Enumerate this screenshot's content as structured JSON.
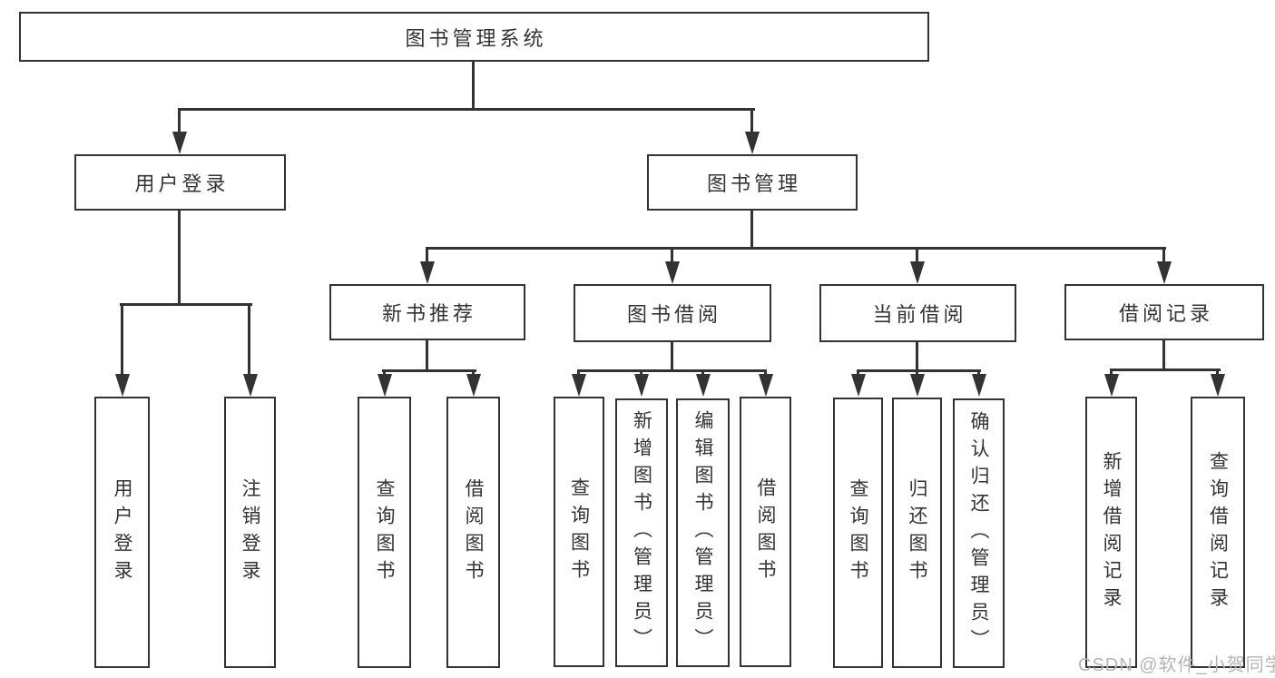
{
  "diagram": {
    "title": "图书管理系统",
    "branches": {
      "user_login": {
        "label": "用户登录",
        "children": [
          "用户登录",
          "注销登录"
        ]
      },
      "book_mgmt": {
        "label": "图书管理",
        "children": {
          "new_book": {
            "label": "新书推荐",
            "children": [
              "查询图书",
              "借阅图书"
            ]
          },
          "borrow": {
            "label": "图书借阅",
            "children": [
              "查询图书",
              "新增图书（管理员）",
              "编辑图书（管理员）",
              "借阅图书"
            ]
          },
          "current": {
            "label": "当前借阅",
            "children": [
              "查询图书",
              "归还图书",
              "确认归还（管理员）"
            ]
          },
          "records": {
            "label": "借阅记录",
            "children": [
              "新增借阅记录",
              "查询借阅记录"
            ]
          }
        }
      }
    }
  },
  "watermark": "CSDN @软件_小贺同学",
  "colors": {
    "line": "#333333",
    "box_background": "#ffffff",
    "watermark": "#b5b5b5"
  }
}
